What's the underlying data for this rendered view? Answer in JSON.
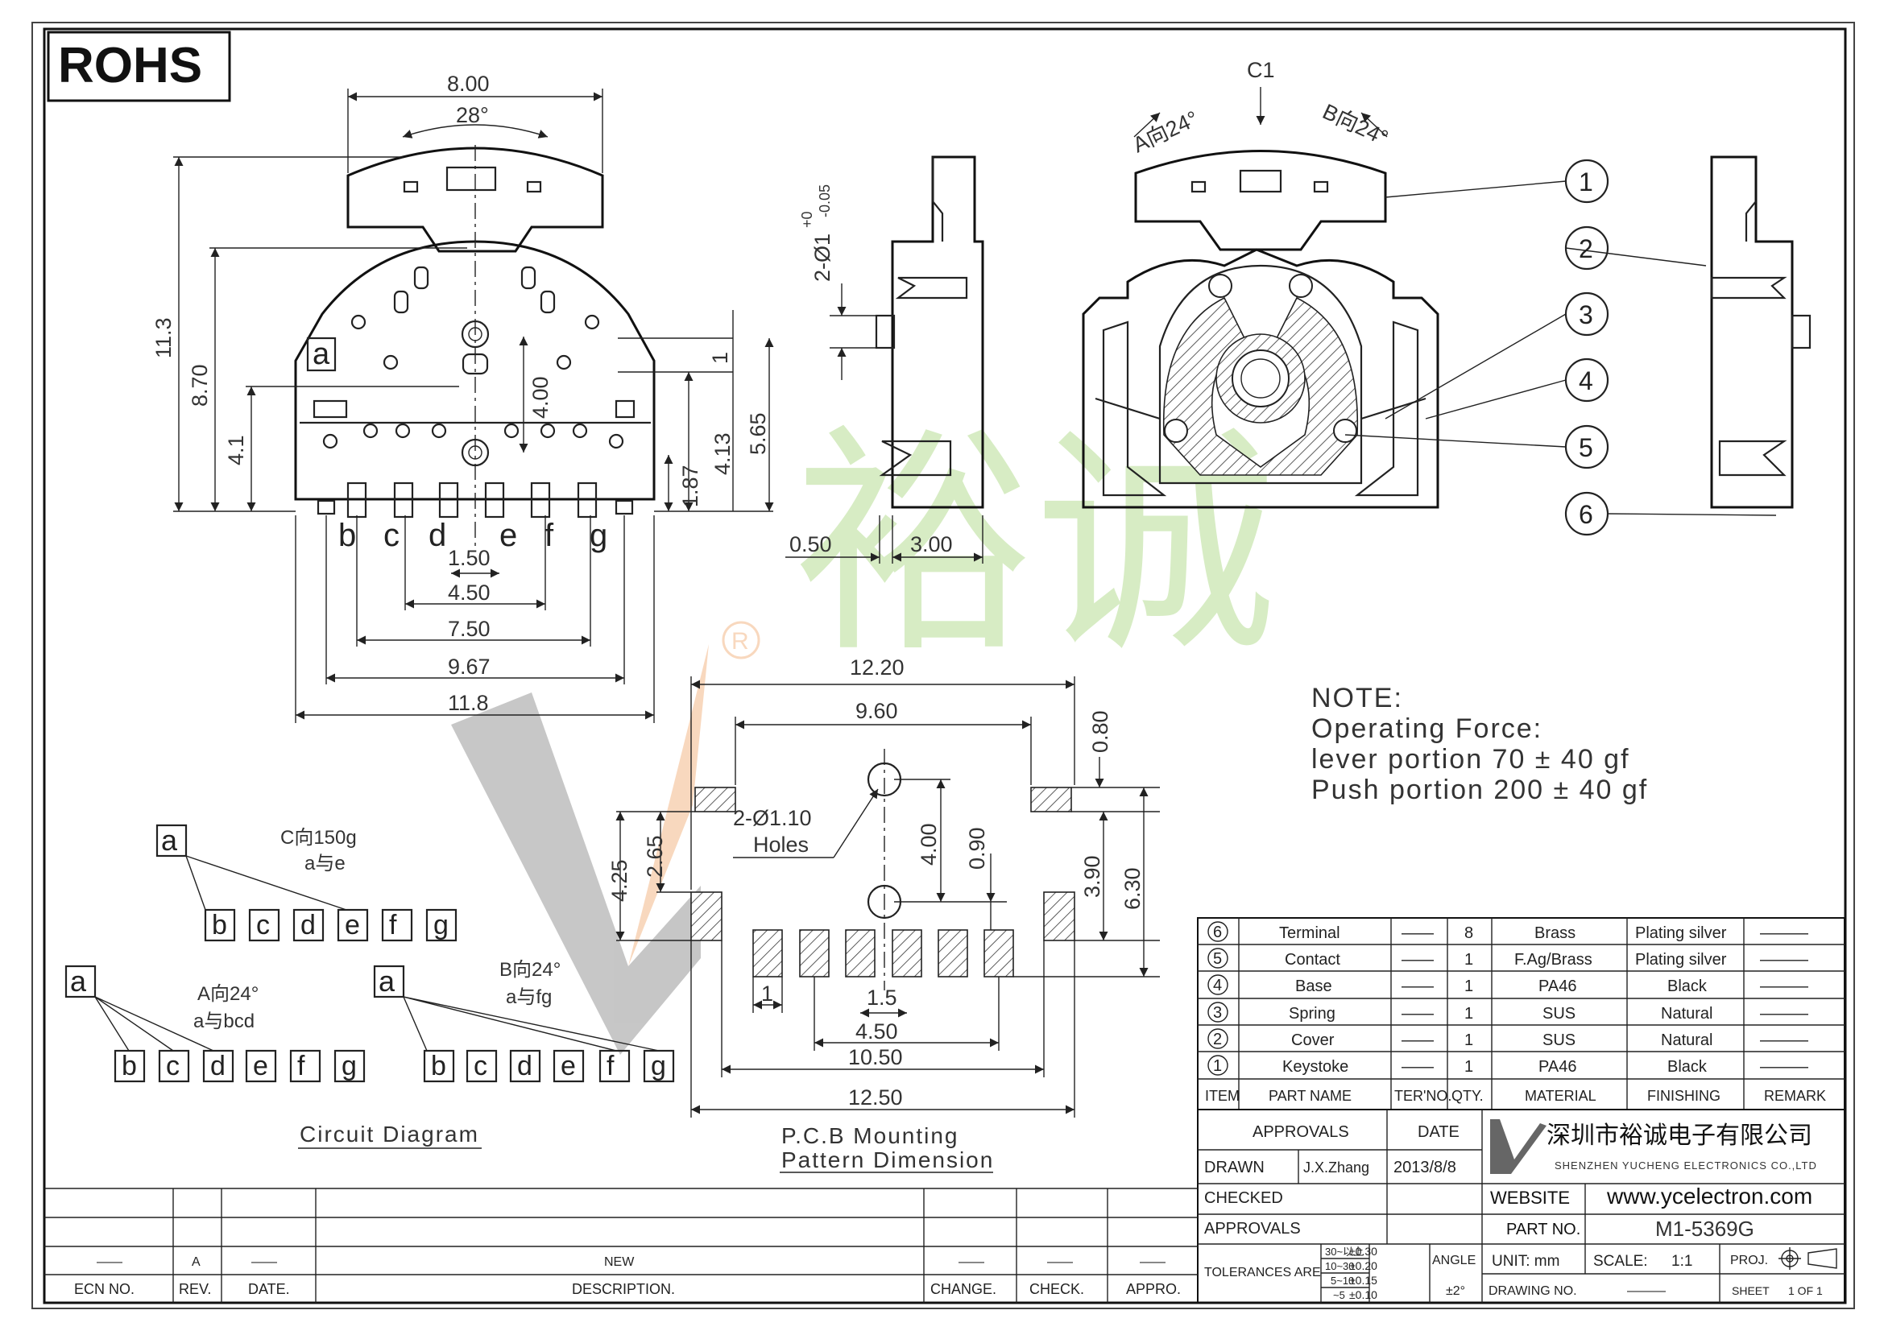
{
  "badge": "ROHS",
  "front_view": {
    "dims_top": [
      "8.00",
      "28°"
    ],
    "dims_left": [
      "11.3",
      "8.70",
      "4.1"
    ],
    "dims_right": [
      "1",
      "4.00",
      "4.13",
      "5.65",
      "1.87"
    ],
    "dims_bottom": [
      "1.50",
      "4.50",
      "7.50",
      "9.67",
      "11.8"
    ],
    "pin_labels": [
      "a",
      "b",
      "c",
      "d",
      "e",
      "f",
      "g"
    ]
  },
  "side_view": {
    "dims": [
      "2-Ø1",
      "+0",
      "-0.05",
      "0.50",
      "3.00"
    ]
  },
  "top_view": {
    "labels": [
      "C1",
      "A向24°",
      "B向24°"
    ],
    "callouts": [
      "1",
      "2",
      "3",
      "4",
      "5",
      "6"
    ]
  },
  "note": {
    "title": "NOTE:",
    "lines": [
      "Operating Force:",
      "lever portion 70 ± 40 gf",
      "Push portion 200 ± 40 gf"
    ]
  },
  "pcb": {
    "dims": [
      "12.20",
      "9.60",
      "0.80",
      "2-Ø1.10",
      "Holes",
      "4.25",
      "2.65",
      "4.00",
      "0.90",
      "3.90",
      "6.30",
      "1",
      "1.5",
      "4.50",
      "10.50",
      "12.50"
    ],
    "caption_line1": "P.C.B Mounting",
    "caption_line2": "Pattern Dimension"
  },
  "circuit": {
    "title": "Circuit Diagram",
    "diagrams": [
      {
        "label_main": "C向150g",
        "label_sub": "a与e",
        "pins": [
          "b",
          "c",
          "d",
          "e",
          "f",
          "g"
        ]
      },
      {
        "label_main": "A向24°",
        "label_sub": "a与bcd",
        "pins": [
          "b",
          "c",
          "d",
          "e",
          "f",
          "g"
        ]
      },
      {
        "label_main": "B向24°",
        "label_sub": "a与fg",
        "pins": [
          "b",
          "c",
          "d",
          "e",
          "f",
          "g"
        ]
      }
    ]
  },
  "bom": {
    "headers": [
      "ITEM",
      "PART NAME",
      "TER'NO.",
      "QTY.",
      "MATERIAL",
      "FINISHING",
      "REMARK"
    ],
    "rows": [
      {
        "item": "6",
        "name": "Terminal",
        "ter": "——",
        "qty": "8",
        "material": "Brass",
        "finishing": "Plating silver",
        "remark": "———"
      },
      {
        "item": "5",
        "name": "Contact",
        "ter": "——",
        "qty": "1",
        "material": "F.Ag/Brass",
        "finishing": "Plating silver",
        "remark": "———"
      },
      {
        "item": "4",
        "name": "Base",
        "ter": "——",
        "qty": "1",
        "material": "PA46",
        "finishing": "Black",
        "remark": "———"
      },
      {
        "item": "3",
        "name": "Spring",
        "ter": "——",
        "qty": "1",
        "material": "SUS",
        "finishing": "Natural",
        "remark": "———"
      },
      {
        "item": "2",
        "name": "Cover",
        "ter": "——",
        "qty": "1",
        "material": "SUS",
        "finishing": "Natural",
        "remark": "———"
      },
      {
        "item": "1",
        "name": "Keystoke",
        "ter": "——",
        "qty": "1",
        "material": "PA46",
        "finishing": "Black",
        "remark": "———"
      }
    ]
  },
  "title_block": {
    "approvals": "APPROVALS",
    "date": "DATE",
    "drawn_label": "DRAWN",
    "drawn_by": "J.X.Zhang",
    "drawn_date": "2013/8/8",
    "checked_label": "CHECKED",
    "approvals2_label": "APPROVALS",
    "company_cn": "深圳市裕诚电子有限公司",
    "company_en": "SHENZHEN YUCHENG ELECTRONICS CO.,LTD",
    "website_label": "WEBSITE",
    "website": "www.ycelectron.com",
    "part_label": "PART NO.",
    "part_no": "M1-5369G",
    "tolerances_label": "TOLERANCES ARE",
    "tol_ranges": [
      "30~以上",
      "10~30",
      "5~10",
      "~5"
    ],
    "tol_values": [
      "±0.30",
      "±0.20",
      "±0.15",
      "±0.10"
    ],
    "angle_label": "ANGLE",
    "angle_value": "±2°",
    "unit_label": "UNIT: mm",
    "scale_label": "SCALE:",
    "scale_value": "1:1",
    "proj_label": "PROJ.",
    "drawing_label": "DRAWING NO.",
    "drawing_value": "———",
    "sheet_label": "SHEET",
    "sheet_value": "1 OF 1"
  },
  "revision": {
    "headers": [
      "ECN NO.",
      "REV.",
      "DATE.",
      "DESCRIPTION.",
      "CHANGE.",
      "CHECK.",
      "APPRO."
    ],
    "row": {
      "ecn": "——",
      "rev": "A",
      "date": "——",
      "desc": "NEW",
      "change": "——",
      "check": "——",
      "appro": "——"
    }
  },
  "watermark": {
    "text": "裕诚",
    "mark": "R"
  }
}
